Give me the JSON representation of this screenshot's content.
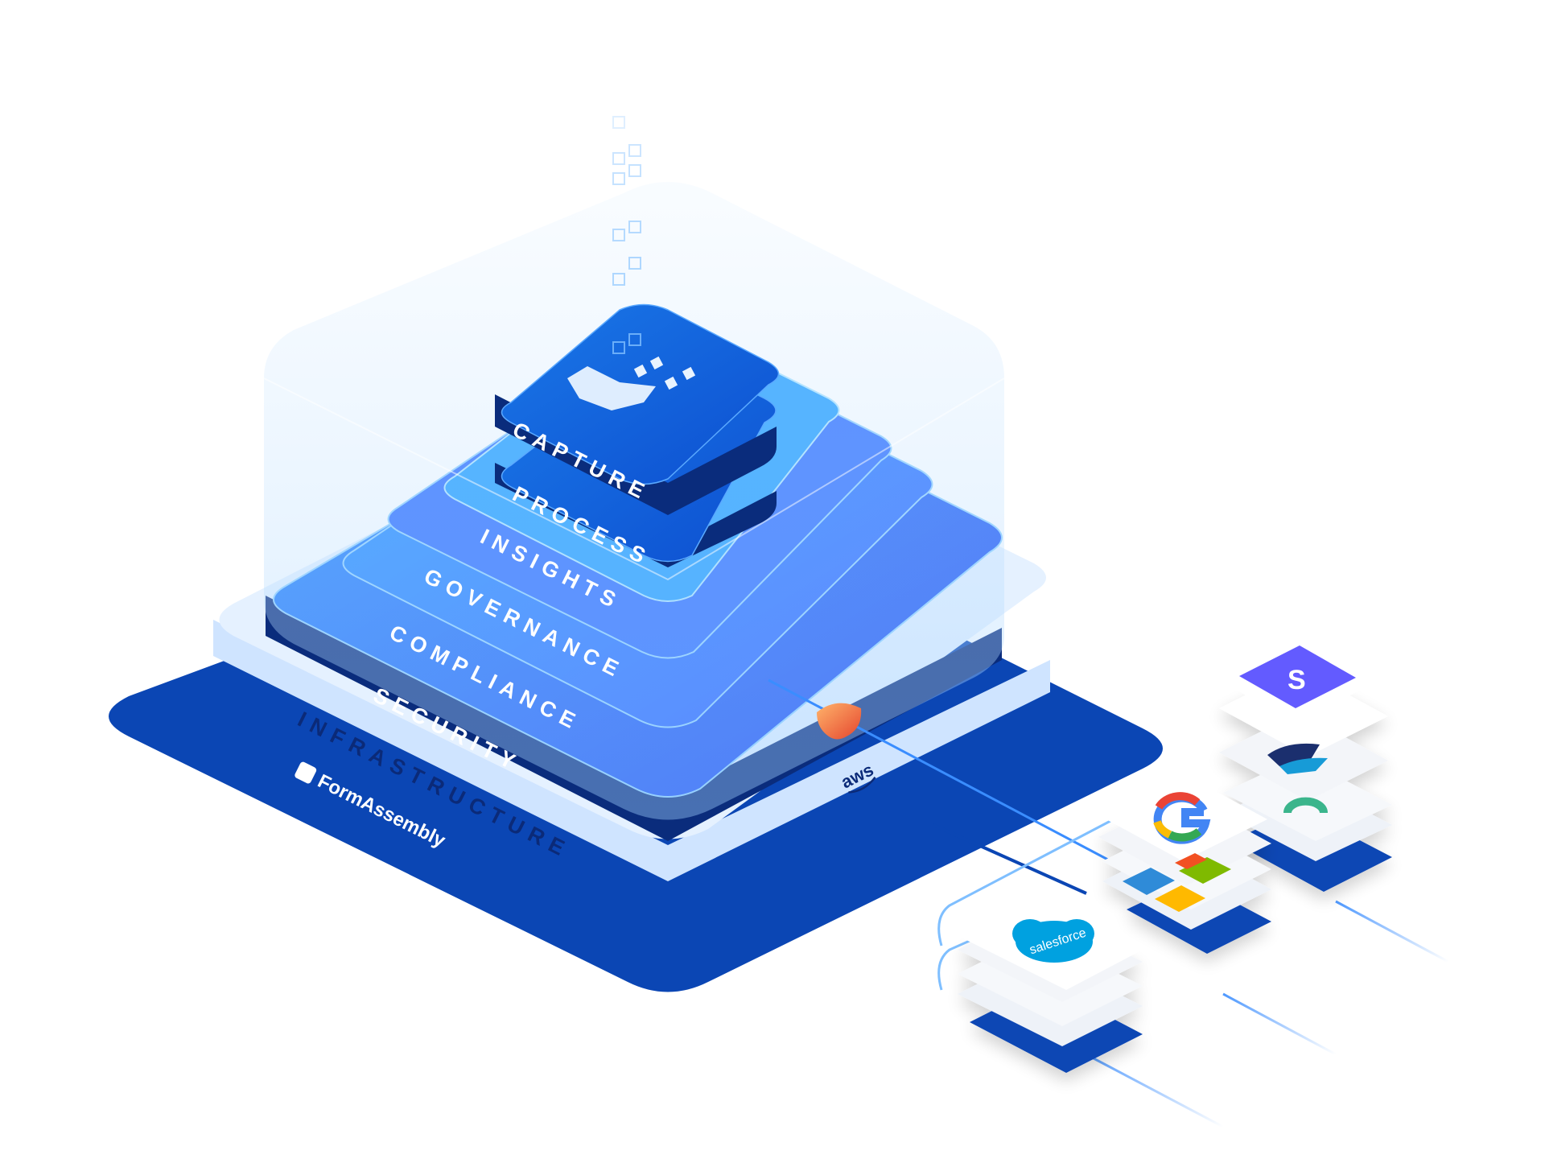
{
  "diagram": {
    "layers": [
      {
        "id": "infrastructure",
        "label": "INFRASTRUCTURE"
      },
      {
        "id": "security",
        "label": "SECURITY"
      },
      {
        "id": "compliance",
        "label": "COMPLIANCE"
      },
      {
        "id": "governance",
        "label": "GOVERNANCE"
      },
      {
        "id": "insights",
        "label": "INSIGHTS"
      },
      {
        "id": "process",
        "label": "PROCESS"
      },
      {
        "id": "capture",
        "label": "CAPTURE"
      }
    ],
    "brand": {
      "name": "FormAssembly"
    },
    "hosting": {
      "name": "aws"
    },
    "integrations": [
      {
        "name": "salesforce",
        "label": "salesforce",
        "color": "#00a1e0"
      },
      {
        "name": "microsoft",
        "color": "#7fba00"
      },
      {
        "name": "google",
        "color": "#4285f4"
      },
      {
        "name": "stripe",
        "label": "S",
        "color": "#635bff"
      },
      {
        "name": "paypal",
        "color": "#253b80"
      },
      {
        "name": "circle-app",
        "color": "#3bb58c"
      }
    ]
  },
  "colors": {
    "base": "#0b46b4",
    "layer_blue": "#1f6fff",
    "glass": "#bfe0ff",
    "shield": "#ff7a45"
  }
}
